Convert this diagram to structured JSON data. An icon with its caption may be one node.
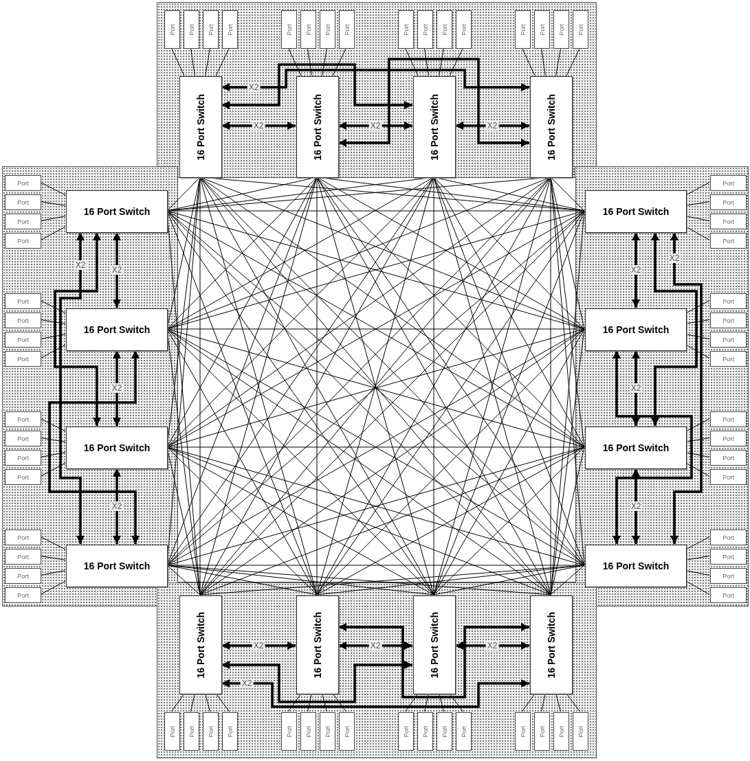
{
  "diagram": {
    "nodes": [
      {
        "text": [],
        "shape": "box"
      },
      {
        "text": [
          "16 Port Switch"
        ],
        "in": 0
      },
      {
        "text": [
          "16 Port Switch"
        ],
        "in": 0
      },
      {
        "text": [
          "16 Port Switch"
        ],
        "in": 0
      },
      {
        "text": [
          "16 Port Switch"
        ],
        "in": 0
      },
      {
        "text": [
          "Port"
        ],
        "in": 0
      },
      {
        "text": [
          "Port"
        ],
        "in": 0
      },
      {
        "text": [
          "Port"
        ],
        "in": 0
      },
      {
        "text": [
          "Port"
        ],
        "in": 0
      },
      {
        "text": [
          "Port"
        ],
        "in": 0
      },
      {
        "text": [
          "Port"
        ],
        "in": 0
      },
      {
        "text": [
          "Port"
        ],
        "in": 0
      },
      {
        "text": [
          "Port"
        ],
        "in": 0
      },
      {
        "text": [
          "Port"
        ],
        "in": 0
      },
      {
        "text": [
          "Port"
        ],
        "in": 0
      },
      {
        "text": [
          "Port"
        ],
        "in": 0
      },
      {
        "text": [
          "Port"
        ],
        "in": 0
      },
      {
        "text": [
          "Port"
        ],
        "in": 0
      },
      {
        "text": [
          "Port"
        ],
        "in": 0
      },
      {
        "text": [
          "Port"
        ],
        "in": 0
      },
      {
        "text": [
          "Port"
        ],
        "in": 0
      },
      {
        "text": [],
        "shape": "box"
      },
      {
        "text": [
          "16 Port Switch"
        ],
        "in": 21
      },
      {
        "text": [
          "16 Port Switch"
        ],
        "in": 21
      },
      {
        "text": [
          "16 Port Switch"
        ],
        "in": 21
      },
      {
        "text": [
          "16 Port Switch"
        ],
        "in": 21
      },
      {
        "text": [
          "Port"
        ],
        "in": 21
      },
      {
        "text": [
          "Port"
        ],
        "in": 21
      },
      {
        "text": [
          "Port"
        ],
        "in": 21
      },
      {
        "text": [
          "Port"
        ],
        "in": 21
      },
      {
        "text": [
          "Port"
        ],
        "in": 21
      },
      {
        "text": [
          "Port"
        ],
        "in": 21
      },
      {
        "text": [
          "Port"
        ],
        "in": 21
      },
      {
        "text": [
          "Port"
        ],
        "in": 21
      },
      {
        "text": [
          "Port"
        ],
        "in": 21
      },
      {
        "text": [
          "Port"
        ],
        "in": 21
      },
      {
        "text": [
          "Port"
        ],
        "in": 21
      },
      {
        "text": [
          "Port"
        ],
        "in": 21
      },
      {
        "text": [
          "Port"
        ],
        "in": 21
      },
      {
        "text": [
          "Port"
        ],
        "in": 21
      },
      {
        "text": [
          "Port"
        ],
        "in": 21
      },
      {
        "text": [
          "Port"
        ],
        "in": 21
      },
      {
        "text": [],
        "shape": "box"
      },
      {
        "text": [
          "16 Port Switch"
        ],
        "in": 42
      },
      {
        "text": [
          "16 Port Switch"
        ],
        "in": 42
      },
      {
        "text": [
          "16 Port Switch"
        ],
        "in": 42
      },
      {
        "text": [
          "16 Port Switch"
        ],
        "in": 42
      },
      {
        "text": [
          "Port"
        ],
        "in": 42
      },
      {
        "text": [
          "Port"
        ],
        "in": 42
      },
      {
        "text": [
          "Port"
        ],
        "in": 42
      },
      {
        "text": [
          "Port"
        ],
        "in": 42
      },
      {
        "text": [
          "Port"
        ],
        "in": 42
      },
      {
        "text": [
          "Port"
        ],
        "in": 42
      },
      {
        "text": [
          "Port"
        ],
        "in": 42
      },
      {
        "text": [
          "Port"
        ],
        "in": 42
      },
      {
        "text": [
          "Port"
        ],
        "in": 42
      },
      {
        "text": [
          "Port"
        ],
        "in": 42
      },
      {
        "text": [
          "Port"
        ],
        "in": 42
      },
      {
        "text": [
          "Port"
        ],
        "in": 42
      },
      {
        "text": [
          "Port"
        ],
        "in": 42
      },
      {
        "text": [
          "Port"
        ],
        "in": 42
      },
      {
        "text": [
          "Port"
        ],
        "in": 42
      },
      {
        "text": [
          "Port"
        ],
        "in": 42
      },
      {
        "text": [],
        "shape": "box"
      },
      {
        "text": [
          "16 Port Switch"
        ],
        "in": 63
      },
      {
        "text": [
          "16 Port Switch"
        ],
        "in": 63
      },
      {
        "text": [
          "16 Port Switch"
        ],
        "in": 63
      },
      {
        "text": [
          "16 Port Switch"
        ],
        "in": 63
      },
      {
        "text": [
          "Port"
        ],
        "in": 63
      },
      {
        "text": [
          "Port"
        ],
        "in": 63
      },
      {
        "text": [
          "Port"
        ],
        "in": 63
      },
      {
        "text": [
          "Port"
        ],
        "in": 63
      },
      {
        "text": [
          "Port"
        ],
        "in": 63
      },
      {
        "text": [
          "Port"
        ],
        "in": 63
      },
      {
        "text": [
          "Port"
        ],
        "in": 63
      },
      {
        "text": [
          "Port"
        ],
        "in": 63
      },
      {
        "text": [
          "Port"
        ],
        "in": 63
      },
      {
        "text": [
          "Port"
        ],
        "in": 63
      },
      {
        "text": [
          "Port"
        ],
        "in": 63
      },
      {
        "text": [
          "Port"
        ],
        "in": 63
      },
      {
        "text": [
          "Port"
        ],
        "in": 63
      },
      {
        "text": [
          "Port"
        ],
        "in": 63
      },
      {
        "text": [
          "Port"
        ],
        "in": 63
      },
      {
        "text": [
          "Port"
        ],
        "in": 63
      }
    ],
    "edges": [
      {
        "from": 5,
        "to": 1,
        "arrow": "none"
      },
      {
        "from": 6,
        "to": 1,
        "arrow": "none"
      },
      {
        "from": 7,
        "to": 1,
        "arrow": "none"
      },
      {
        "from": 8,
        "to": 1,
        "arrow": "none"
      },
      {
        "from": 9,
        "to": 2,
        "arrow": "none"
      },
      {
        "from": 10,
        "to": 2,
        "arrow": "none"
      },
      {
        "from": 11,
        "to": 2,
        "arrow": "none"
      },
      {
        "from": 12,
        "to": 2,
        "arrow": "none"
      },
      {
        "from": 13,
        "to": 3,
        "arrow": "none"
      },
      {
        "from": 14,
        "to": 3,
        "arrow": "none"
      },
      {
        "from": 15,
        "to": 3,
        "arrow": "none"
      },
      {
        "from": 16,
        "to": 3,
        "arrow": "none"
      },
      {
        "from": 17,
        "to": 4,
        "arrow": "none"
      },
      {
        "from": 18,
        "to": 4,
        "arrow": "none"
      },
      {
        "from": 19,
        "to": 4,
        "arrow": "none"
      },
      {
        "from": 20,
        "to": 4,
        "arrow": "none"
      },
      {
        "from": 1,
        "to": 4,
        "arrow": "both",
        "label": "X2",
        "style": "thick"
      },
      {
        "from": 1,
        "to": 3,
        "arrow": "both",
        "style": "thick"
      },
      {
        "from": 1,
        "to": 2,
        "arrow": "both",
        "label": "X2",
        "style": "thick"
      },
      {
        "from": 2,
        "to": 3,
        "arrow": "both",
        "label": "X2",
        "style": "thick"
      },
      {
        "from": 3,
        "to": 4,
        "arrow": "both",
        "label": "X2",
        "style": "thick"
      },
      {
        "from": 2,
        "to": 4,
        "arrow": "both",
        "style": "thick"
      },
      {
        "from": 26,
        "to": 22,
        "arrow": "none"
      },
      {
        "from": 27,
        "to": 22,
        "arrow": "none"
      },
      {
        "from": 28,
        "to": 22,
        "arrow": "none"
      },
      {
        "from": 29,
        "to": 22,
        "arrow": "none"
      },
      {
        "from": 30,
        "to": 23,
        "arrow": "none"
      },
      {
        "from": 31,
        "to": 23,
        "arrow": "none"
      },
      {
        "from": 32,
        "to": 23,
        "arrow": "none"
      },
      {
        "from": 33,
        "to": 23,
        "arrow": "none"
      },
      {
        "from": 34,
        "to": 24,
        "arrow": "none"
      },
      {
        "from": 35,
        "to": 24,
        "arrow": "none"
      },
      {
        "from": 36,
        "to": 24,
        "arrow": "none"
      },
      {
        "from": 37,
        "to": 24,
        "arrow": "none"
      },
      {
        "from": 38,
        "to": 25,
        "arrow": "none"
      },
      {
        "from": 39,
        "to": 25,
        "arrow": "none"
      },
      {
        "from": 40,
        "to": 25,
        "arrow": "none"
      },
      {
        "from": 41,
        "to": 25,
        "arrow": "none"
      },
      {
        "from": 22,
        "to": 25,
        "arrow": "both",
        "label": "X2",
        "style": "thick"
      },
      {
        "from": 22,
        "to": 24,
        "arrow": "both",
        "style": "thick"
      },
      {
        "from": 22,
        "to": 23,
        "arrow": "both",
        "label": "X2",
        "style": "thick"
      },
      {
        "from": 23,
        "to": 24,
        "arrow": "both",
        "label": "X2",
        "style": "thick"
      },
      {
        "from": 24,
        "to": 25,
        "arrow": "both",
        "label": "X2",
        "style": "thick"
      },
      {
        "from": 23,
        "to": 25,
        "arrow": "both",
        "style": "thick"
      },
      {
        "from": 47,
        "to": 43,
        "arrow": "none"
      },
      {
        "from": 48,
        "to": 43,
        "arrow": "none"
      },
      {
        "from": 49,
        "to": 43,
        "arrow": "none"
      },
      {
        "from": 50,
        "to": 43,
        "arrow": "none"
      },
      {
        "from": 51,
        "to": 44,
        "arrow": "none"
      },
      {
        "from": 52,
        "to": 44,
        "arrow": "none"
      },
      {
        "from": 53,
        "to": 44,
        "arrow": "none"
      },
      {
        "from": 54,
        "to": 44,
        "arrow": "none"
      },
      {
        "from": 55,
        "to": 45,
        "arrow": "none"
      },
      {
        "from": 56,
        "to": 45,
        "arrow": "none"
      },
      {
        "from": 57,
        "to": 45,
        "arrow": "none"
      },
      {
        "from": 58,
        "to": 45,
        "arrow": "none"
      },
      {
        "from": 59,
        "to": 46,
        "arrow": "none"
      },
      {
        "from": 60,
        "to": 46,
        "arrow": "none"
      },
      {
        "from": 61,
        "to": 46,
        "arrow": "none"
      },
      {
        "from": 62,
        "to": 46,
        "arrow": "none"
      },
      {
        "from": 43,
        "to": 44,
        "arrow": "both",
        "label": "X2",
        "style": "thick"
      },
      {
        "from": 44,
        "to": 45,
        "arrow": "both",
        "label": "X2",
        "style": "thick"
      },
      {
        "from": 45,
        "to": 46,
        "arrow": "both",
        "label": "X2",
        "style": "thick"
      },
      {
        "from": 44,
        "to": 46,
        "arrow": "both",
        "style": "thick"
      },
      {
        "from": 43,
        "to": 45,
        "arrow": "both",
        "style": "thick"
      },
      {
        "from": 43,
        "to": 46,
        "arrow": "both",
        "label": "X2",
        "style": "thick"
      },
      {
        "from": 68,
        "to": 64,
        "arrow": "none"
      },
      {
        "from": 69,
        "to": 64,
        "arrow": "none"
      },
      {
        "from": 70,
        "to": 64,
        "arrow": "none"
      },
      {
        "from": 71,
        "to": 64,
        "arrow": "none"
      },
      {
        "from": 72,
        "to": 65,
        "arrow": "none"
      },
      {
        "from": 73,
        "to": 65,
        "arrow": "none"
      },
      {
        "from": 74,
        "to": 65,
        "arrow": "none"
      },
      {
        "from": 75,
        "to": 65,
        "arrow": "none"
      },
      {
        "from": 76,
        "to": 66,
        "arrow": "none"
      },
      {
        "from": 77,
        "to": 66,
        "arrow": "none"
      },
      {
        "from": 78,
        "to": 66,
        "arrow": "none"
      },
      {
        "from": 79,
        "to": 66,
        "arrow": "none"
      },
      {
        "from": 80,
        "to": 67,
        "arrow": "none"
      },
      {
        "from": 81,
        "to": 67,
        "arrow": "none"
      },
      {
        "from": 82,
        "to": 67,
        "arrow": "none"
      },
      {
        "from": 83,
        "to": 67,
        "arrow": "none"
      },
      {
        "from": 65,
        "to": 67,
        "arrow": "both",
        "style": "thick"
      },
      {
        "from": 64,
        "to": 65,
        "arrow": "both",
        "label": "X2",
        "style": "thick"
      },
      {
        "from": 65,
        "to": 66,
        "arrow": "both",
        "label": "X2",
        "style": "thick"
      },
      {
        "from": 66,
        "to": 67,
        "arrow": "both",
        "label": "X2",
        "style": "thick"
      },
      {
        "from": 64,
        "to": 66,
        "arrow": "both",
        "style": "thick"
      },
      {
        "from": 64,
        "to": 67,
        "arrow": "both",
        "label": "X2",
        "style": "thick"
      },
      {
        "from": 1,
        "to": 22,
        "arrow": "none"
      },
      {
        "from": 1,
        "to": 23,
        "arrow": "none"
      },
      {
        "from": 1,
        "to": 24,
        "arrow": "none"
      },
      {
        "from": 1,
        "to": 25,
        "arrow": "none"
      },
      {
        "from": 1,
        "to": 43,
        "arrow": "none"
      },
      {
        "from": 1,
        "to": 44,
        "arrow": "none"
      },
      {
        "from": 1,
        "to": 45,
        "arrow": "none"
      },
      {
        "from": 1,
        "to": 46,
        "arrow": "none"
      },
      {
        "from": 1,
        "to": 64,
        "arrow": "none"
      },
      {
        "from": 1,
        "to": 65,
        "arrow": "none"
      },
      {
        "from": 1,
        "to": 66,
        "arrow": "none"
      },
      {
        "from": 1,
        "to": 67,
        "arrow": "none"
      },
      {
        "from": 2,
        "to": 22,
        "arrow": "none"
      },
      {
        "from": 2,
        "to": 23,
        "arrow": "none"
      },
      {
        "from": 2,
        "to": 24,
        "arrow": "none"
      },
      {
        "from": 2,
        "to": 25,
        "arrow": "none"
      },
      {
        "from": 2,
        "to": 43,
        "arrow": "none"
      },
      {
        "from": 2,
        "to": 44,
        "arrow": "none"
      },
      {
        "from": 2,
        "to": 45,
        "arrow": "none"
      },
      {
        "from": 2,
        "to": 46,
        "arrow": "none"
      },
      {
        "from": 2,
        "to": 64,
        "arrow": "none"
      },
      {
        "from": 2,
        "to": 65,
        "arrow": "none"
      },
      {
        "from": 2,
        "to": 66,
        "arrow": "none"
      },
      {
        "from": 2,
        "to": 67,
        "arrow": "none"
      },
      {
        "from": 3,
        "to": 22,
        "arrow": "none"
      },
      {
        "from": 3,
        "to": 23,
        "arrow": "none"
      },
      {
        "from": 3,
        "to": 24,
        "arrow": "none"
      },
      {
        "from": 3,
        "to": 25,
        "arrow": "none"
      },
      {
        "from": 3,
        "to": 43,
        "arrow": "none"
      },
      {
        "from": 3,
        "to": 44,
        "arrow": "none"
      },
      {
        "from": 3,
        "to": 45,
        "arrow": "none"
      },
      {
        "from": 3,
        "to": 46,
        "arrow": "none"
      },
      {
        "from": 3,
        "to": 64,
        "arrow": "none"
      },
      {
        "from": 3,
        "to": 65,
        "arrow": "none"
      },
      {
        "from": 3,
        "to": 66,
        "arrow": "none"
      },
      {
        "from": 3,
        "to": 67,
        "arrow": "none"
      },
      {
        "from": 4,
        "to": 22,
        "arrow": "none"
      },
      {
        "from": 4,
        "to": 23,
        "arrow": "none"
      },
      {
        "from": 4,
        "to": 24,
        "arrow": "none"
      },
      {
        "from": 4,
        "to": 25,
        "arrow": "none"
      },
      {
        "from": 4,
        "to": 43,
        "arrow": "none"
      },
      {
        "from": 4,
        "to": 44,
        "arrow": "none"
      },
      {
        "from": 4,
        "to": 45,
        "arrow": "none"
      },
      {
        "from": 4,
        "to": 46,
        "arrow": "none"
      },
      {
        "from": 4,
        "to": 64,
        "arrow": "none"
      },
      {
        "from": 4,
        "to": 65,
        "arrow": "none"
      },
      {
        "from": 4,
        "to": 66,
        "arrow": "none"
      },
      {
        "from": 4,
        "to": 67,
        "arrow": "none"
      },
      {
        "from": 22,
        "to": 43,
        "arrow": "none"
      },
      {
        "from": 22,
        "to": 44,
        "arrow": "none"
      },
      {
        "from": 22,
        "to": 45,
        "arrow": "none"
      },
      {
        "from": 22,
        "to": 46,
        "arrow": "none"
      },
      {
        "from": 22,
        "to": 64,
        "arrow": "none"
      },
      {
        "from": 22,
        "to": 65,
        "arrow": "none"
      },
      {
        "from": 22,
        "to": 66,
        "arrow": "none"
      },
      {
        "from": 22,
        "to": 67,
        "arrow": "none"
      },
      {
        "from": 23,
        "to": 43,
        "arrow": "none"
      },
      {
        "from": 23,
        "to": 44,
        "arrow": "none"
      },
      {
        "from": 23,
        "to": 45,
        "arrow": "none"
      },
      {
        "from": 23,
        "to": 46,
        "arrow": "none"
      },
      {
        "from": 23,
        "to": 64,
        "arrow": "none"
      },
      {
        "from": 23,
        "to": 65,
        "arrow": "none"
      },
      {
        "from": 23,
        "to": 66,
        "arrow": "none"
      },
      {
        "from": 23,
        "to": 67,
        "arrow": "none"
      },
      {
        "from": 24,
        "to": 43,
        "arrow": "none"
      },
      {
        "from": 24,
        "to": 44,
        "arrow": "none"
      },
      {
        "from": 24,
        "to": 45,
        "arrow": "none"
      },
      {
        "from": 24,
        "to": 46,
        "arrow": "none"
      },
      {
        "from": 24,
        "to": 64,
        "arrow": "none"
      },
      {
        "from": 24,
        "to": 65,
        "arrow": "none"
      },
      {
        "from": 24,
        "to": 66,
        "arrow": "none"
      },
      {
        "from": 24,
        "to": 67,
        "arrow": "none"
      },
      {
        "from": 25,
        "to": 43,
        "arrow": "none"
      },
      {
        "from": 25,
        "to": 44,
        "arrow": "none"
      },
      {
        "from": 25,
        "to": 45,
        "arrow": "none"
      },
      {
        "from": 25,
        "to": 46,
        "arrow": "none"
      },
      {
        "from": 25,
        "to": 64,
        "arrow": "none"
      },
      {
        "from": 25,
        "to": 65,
        "arrow": "none"
      },
      {
        "from": 25,
        "to": 66,
        "arrow": "none"
      },
      {
        "from": 25,
        "to": 67,
        "arrow": "none"
      },
      {
        "from": 43,
        "to": 64,
        "arrow": "none"
      },
      {
        "from": 43,
        "to": 65,
        "arrow": "none"
      },
      {
        "from": 43,
        "to": 66,
        "arrow": "none"
      },
      {
        "from": 43,
        "to": 67,
        "arrow": "none"
      },
      {
        "from": 44,
        "to": 64,
        "arrow": "none"
      },
      {
        "from": 44,
        "to": 65,
        "arrow": "none"
      },
      {
        "from": 44,
        "to": 66,
        "arrow": "none"
      },
      {
        "from": 44,
        "to": 67,
        "arrow": "none"
      },
      {
        "from": 45,
        "to": 64,
        "arrow": "none"
      },
      {
        "from": 45,
        "to": 65,
        "arrow": "none"
      },
      {
        "from": 45,
        "to": 66,
        "arrow": "none"
      },
      {
        "from": 45,
        "to": 67,
        "arrow": "none"
      },
      {
        "from": 46,
        "to": 64,
        "arrow": "none"
      },
      {
        "from": 46,
        "to": 65,
        "arrow": "none"
      },
      {
        "from": 46,
        "to": 66,
        "arrow": "none"
      },
      {
        "from": 46,
        "to": 67,
        "arrow": "none"
      }
    ]
  }
}
